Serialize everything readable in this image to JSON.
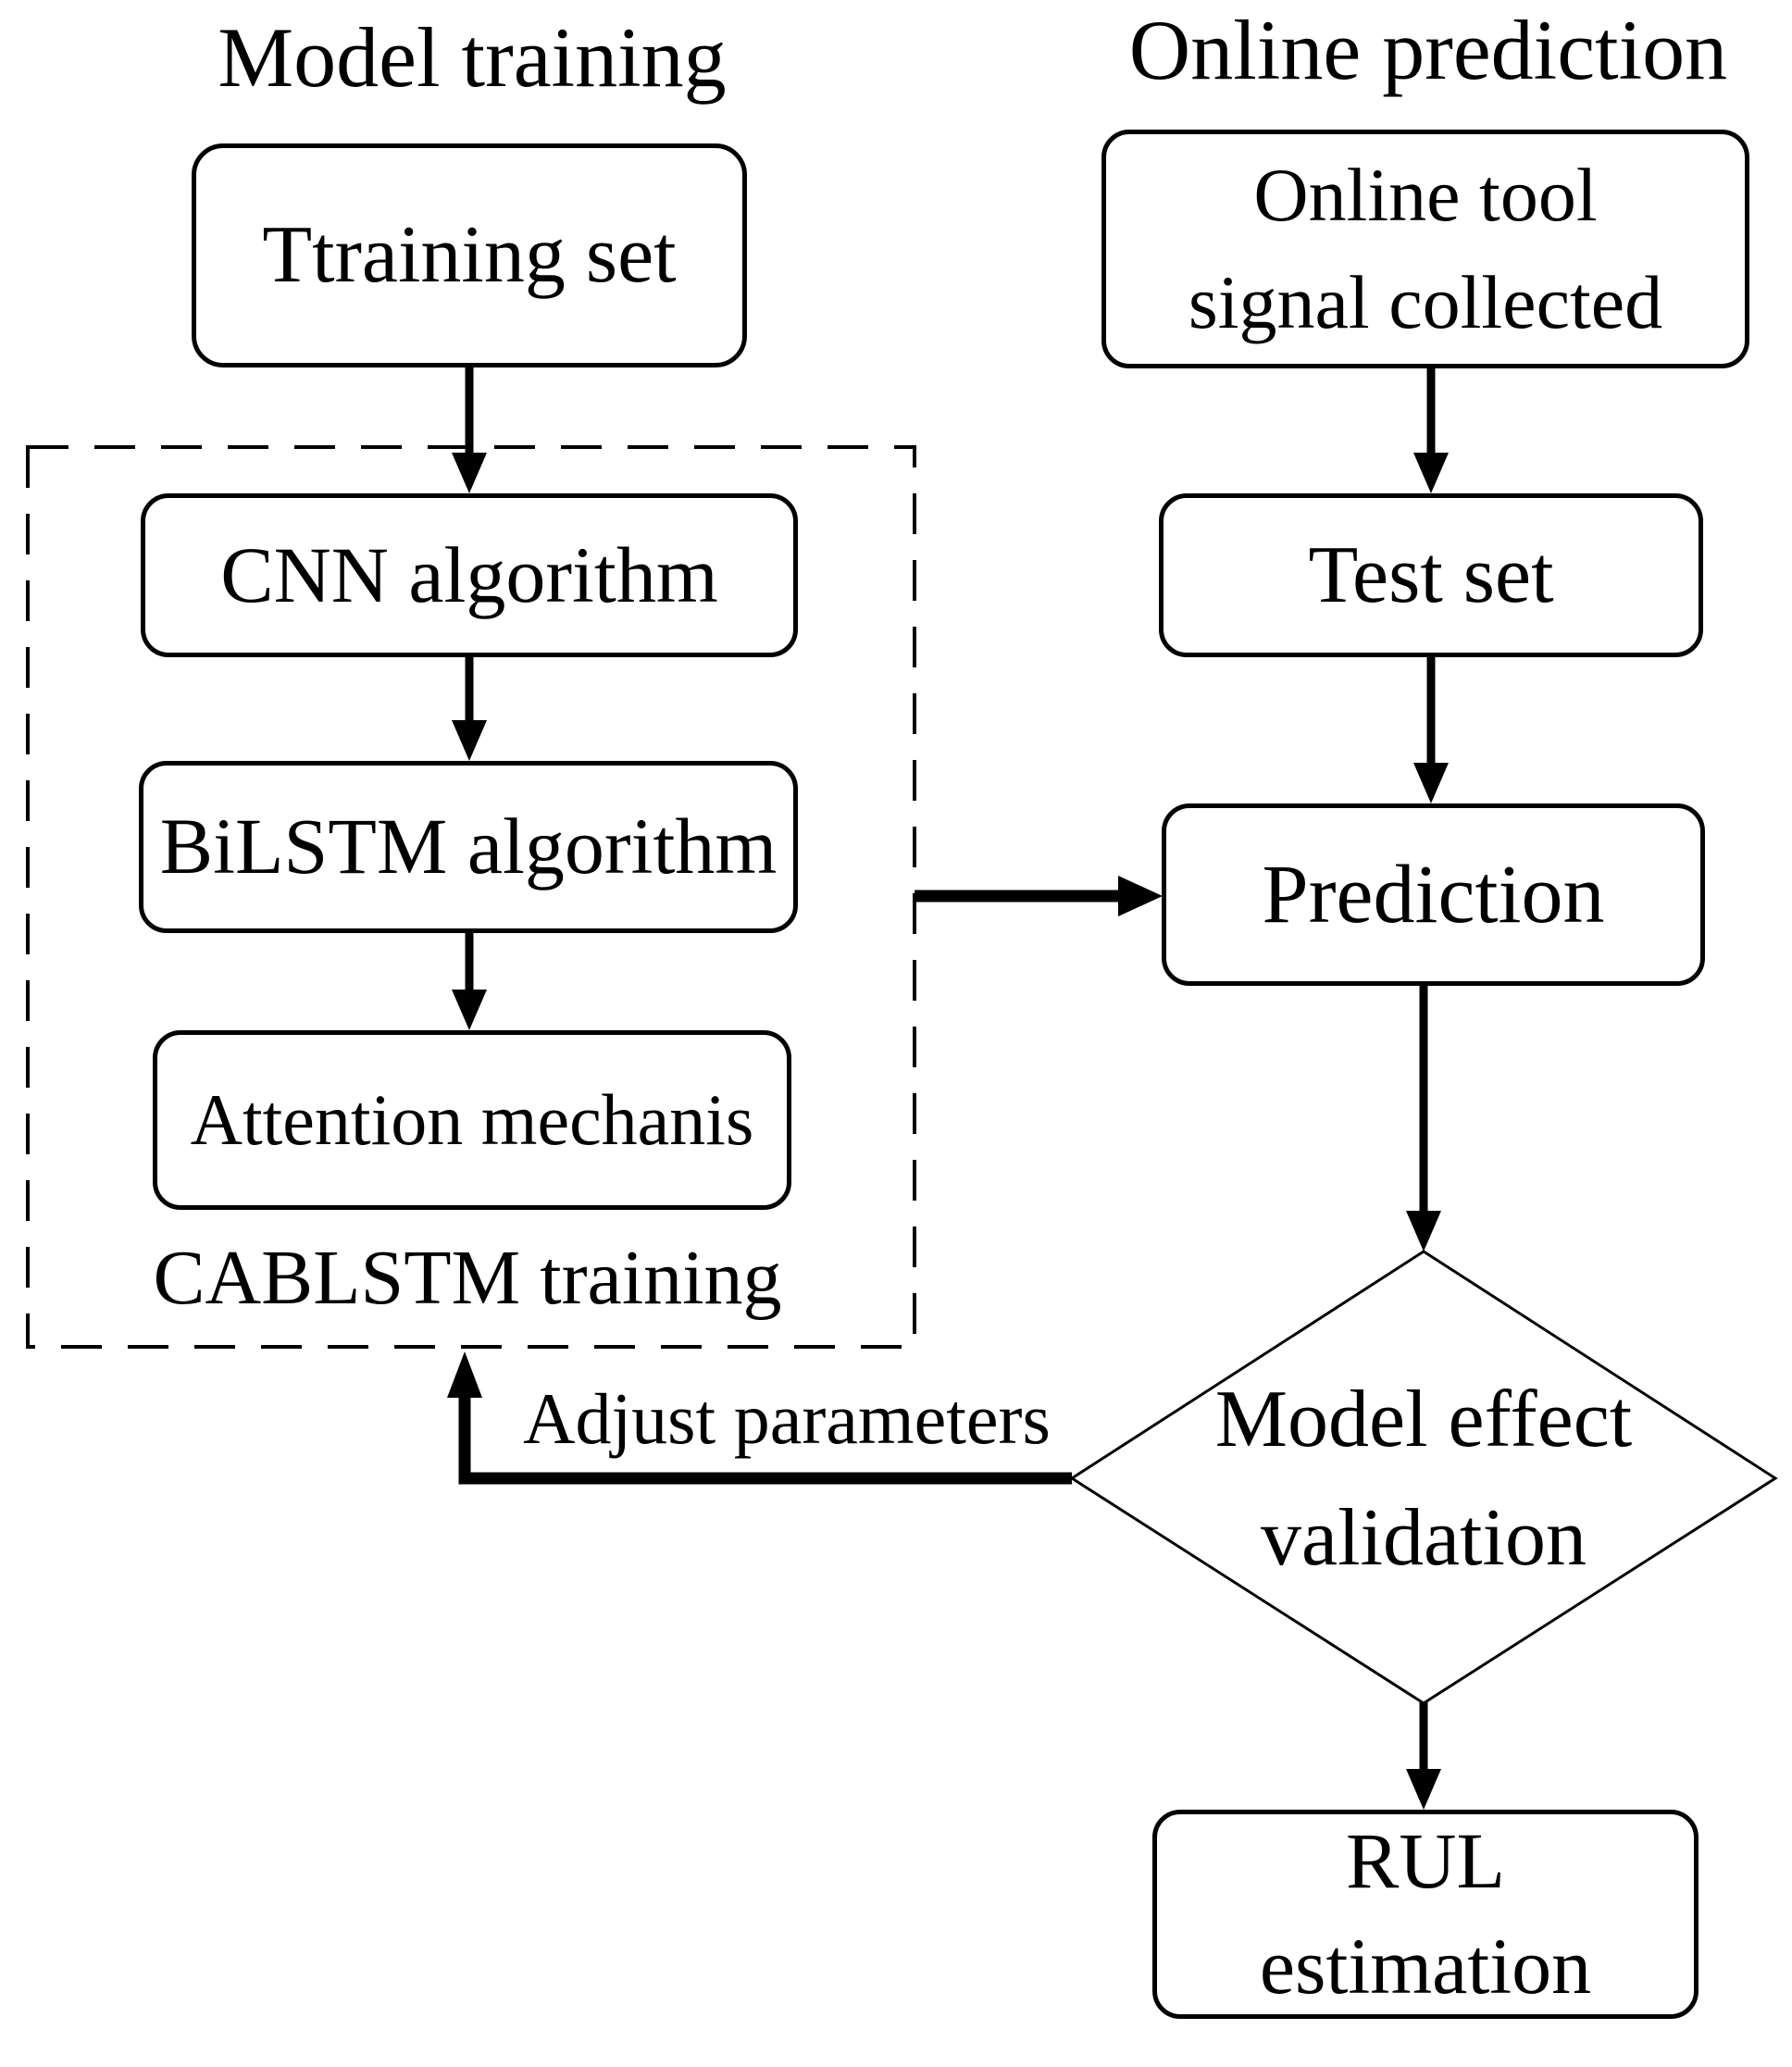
{
  "figure": {
    "columns": {
      "left": {
        "title": "Model training"
      },
      "right": {
        "title": "Online prediction"
      }
    },
    "nodes": {
      "training_set": {
        "label": "Ttraining set"
      },
      "cnn": {
        "label": "CNN algorithm"
      },
      "bilstm": {
        "label": "BiLSTM algorithm"
      },
      "attention": {
        "label": "Attention mechanis"
      },
      "online_tool": {
        "line1": "Online tool",
        "line2": "signal collected"
      },
      "test_set": {
        "label": "Test set"
      },
      "prediction": {
        "label": "Prediction"
      },
      "decision": {
        "line1": "Model effect",
        "line2": "validation"
      },
      "rul": {
        "line1": "RUL",
        "line2": "estimation"
      }
    },
    "labels": {
      "group": "CABLSTM training",
      "feedback": "Adjust parameters"
    },
    "colors": {
      "ink": "#000000",
      "background": "#ffffff"
    }
  }
}
